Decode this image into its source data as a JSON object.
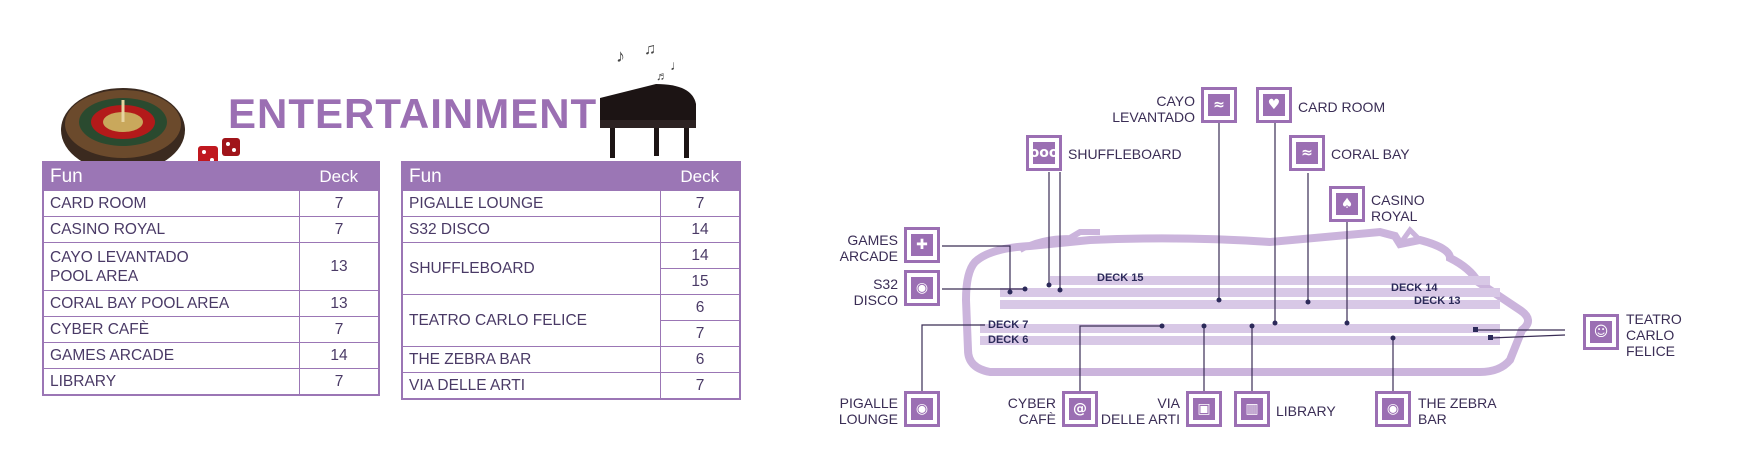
{
  "title": "ENTERTAINMENT",
  "table1": {
    "header": {
      "fun": "Fun",
      "deck": "Deck"
    },
    "rows": [
      {
        "name": "CARD ROOM",
        "deck": "7"
      },
      {
        "name": "CASINO ROYAL",
        "deck": "7"
      },
      {
        "name_line1": "CAYO LEVANTADO",
        "name_line2": "POOL AREA",
        "deck": "13"
      },
      {
        "name": "CORAL BAY POOL AREA",
        "deck": "13"
      },
      {
        "name": "CYBER CAFÈ",
        "deck": "7"
      },
      {
        "name": "GAMES ARCADE",
        "deck": "14"
      },
      {
        "name": "LIBRARY",
        "deck": "7"
      }
    ]
  },
  "table2": {
    "header": {
      "fun": "Fun",
      "deck": "Deck"
    },
    "rows": [
      {
        "name": "PIGALLE LOUNGE",
        "deck": "7"
      },
      {
        "name": "S32 DISCO",
        "deck": "14"
      },
      {
        "name": "SHUFFLEBOARD",
        "deck_a": "14",
        "deck_b": "15"
      },
      {
        "name": "TEATRO CARLO FELICE",
        "deck_a": "6",
        "deck_b": "7"
      },
      {
        "name": "THE ZEBRA BAR",
        "deck": "6"
      },
      {
        "name": "VIA DELLE ARTI",
        "deck": "7"
      }
    ]
  },
  "map": {
    "decks": {
      "d15": "DECK 15",
      "d14": "DECK 14",
      "d13": "DECK 13",
      "d7": "DECK 7",
      "d6": "DECK 6"
    },
    "labels": {
      "cayo_1": "CAYO",
      "cayo_2": "LEVANTADO",
      "card_room": "CARD ROOM",
      "shuffleboard": "SHUFFLEBOARD",
      "coral_bay": "CORAL BAY",
      "casino_1": "CASINO",
      "casino_2": "ROYAL",
      "games_1": "GAMES",
      "games_2": "ARCADE",
      "s32_1": "S32",
      "s32_2": "DISCO",
      "teatro_1": "TEATRO",
      "teatro_2": "CARLO",
      "teatro_3": "FELICE",
      "pigalle_1": "PIGALLE",
      "pigalle_2": "LOUNGE",
      "cyber_1": "CYBER",
      "cyber_2": "CAFÈ",
      "via_1": "VIA",
      "via_2": "DELLE ARTI",
      "library": "LIBRARY",
      "zebra_1": "THE ZEBRA",
      "zebra_2": "BAR"
    }
  },
  "colors": {
    "accent": "#9b6fb3",
    "light": "#cbb4dc",
    "text": "#3a2d55"
  },
  "icons": [
    "roulette-image",
    "dice-image",
    "piano-image",
    "swimmer-icon",
    "cards-icon",
    "olympic-rings-icon",
    "gamepad-icon",
    "vinyl-icon",
    "theatre-masks-icon",
    "at-icon",
    "picture-icon",
    "book-icon"
  ]
}
